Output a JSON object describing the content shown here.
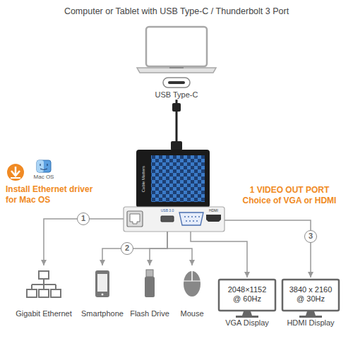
{
  "diagram": {
    "title": "Computer or Tablet with USB Type-C / Thunderbolt 3 Port",
    "nodes": [
      {
        "text": [
          "USB Type-C"
        ]
      },
      {
        "text": [
          "Cable Matters"
        ]
      },
      {
        "text": [
          "Gigabit Ethernet"
        ]
      },
      {
        "text": [
          "Smartphone"
        ]
      },
      {
        "text": [
          "Flash Drive"
        ]
      },
      {
        "text": [
          "Mouse"
        ]
      },
      {
        "text": [
          "2048×1152 @ 60Hz",
          "VGA Display"
        ]
      },
      {
        "text": [
          "3840 x 2160 @ 30Hz",
          "HDMI Display"
        ]
      }
    ],
    "edges": [
      {
        "from": 0,
        "to": 1,
        "arrow": "none"
      },
      {
        "from": 1,
        "to": 2,
        "arrow": "to"
      },
      {
        "from": 1,
        "to": 3,
        "arrow": "to"
      },
      {
        "from": 1,
        "to": 4,
        "arrow": "to"
      },
      {
        "from": 1,
        "to": 5,
        "arrow": "to"
      },
      {
        "from": 1,
        "to": 6,
        "arrow": "to"
      },
      {
        "from": 1,
        "to": 7,
        "arrow": "to"
      }
    ],
    "labels": [
      "Mac OS",
      "Install Ethernet driver for Mac OS",
      "USB 3.0",
      "HDMI",
      "1 VIDEO OUT PORT Choice of VGA or HDMI",
      "1",
      "2",
      "3"
    ]
  }
}
